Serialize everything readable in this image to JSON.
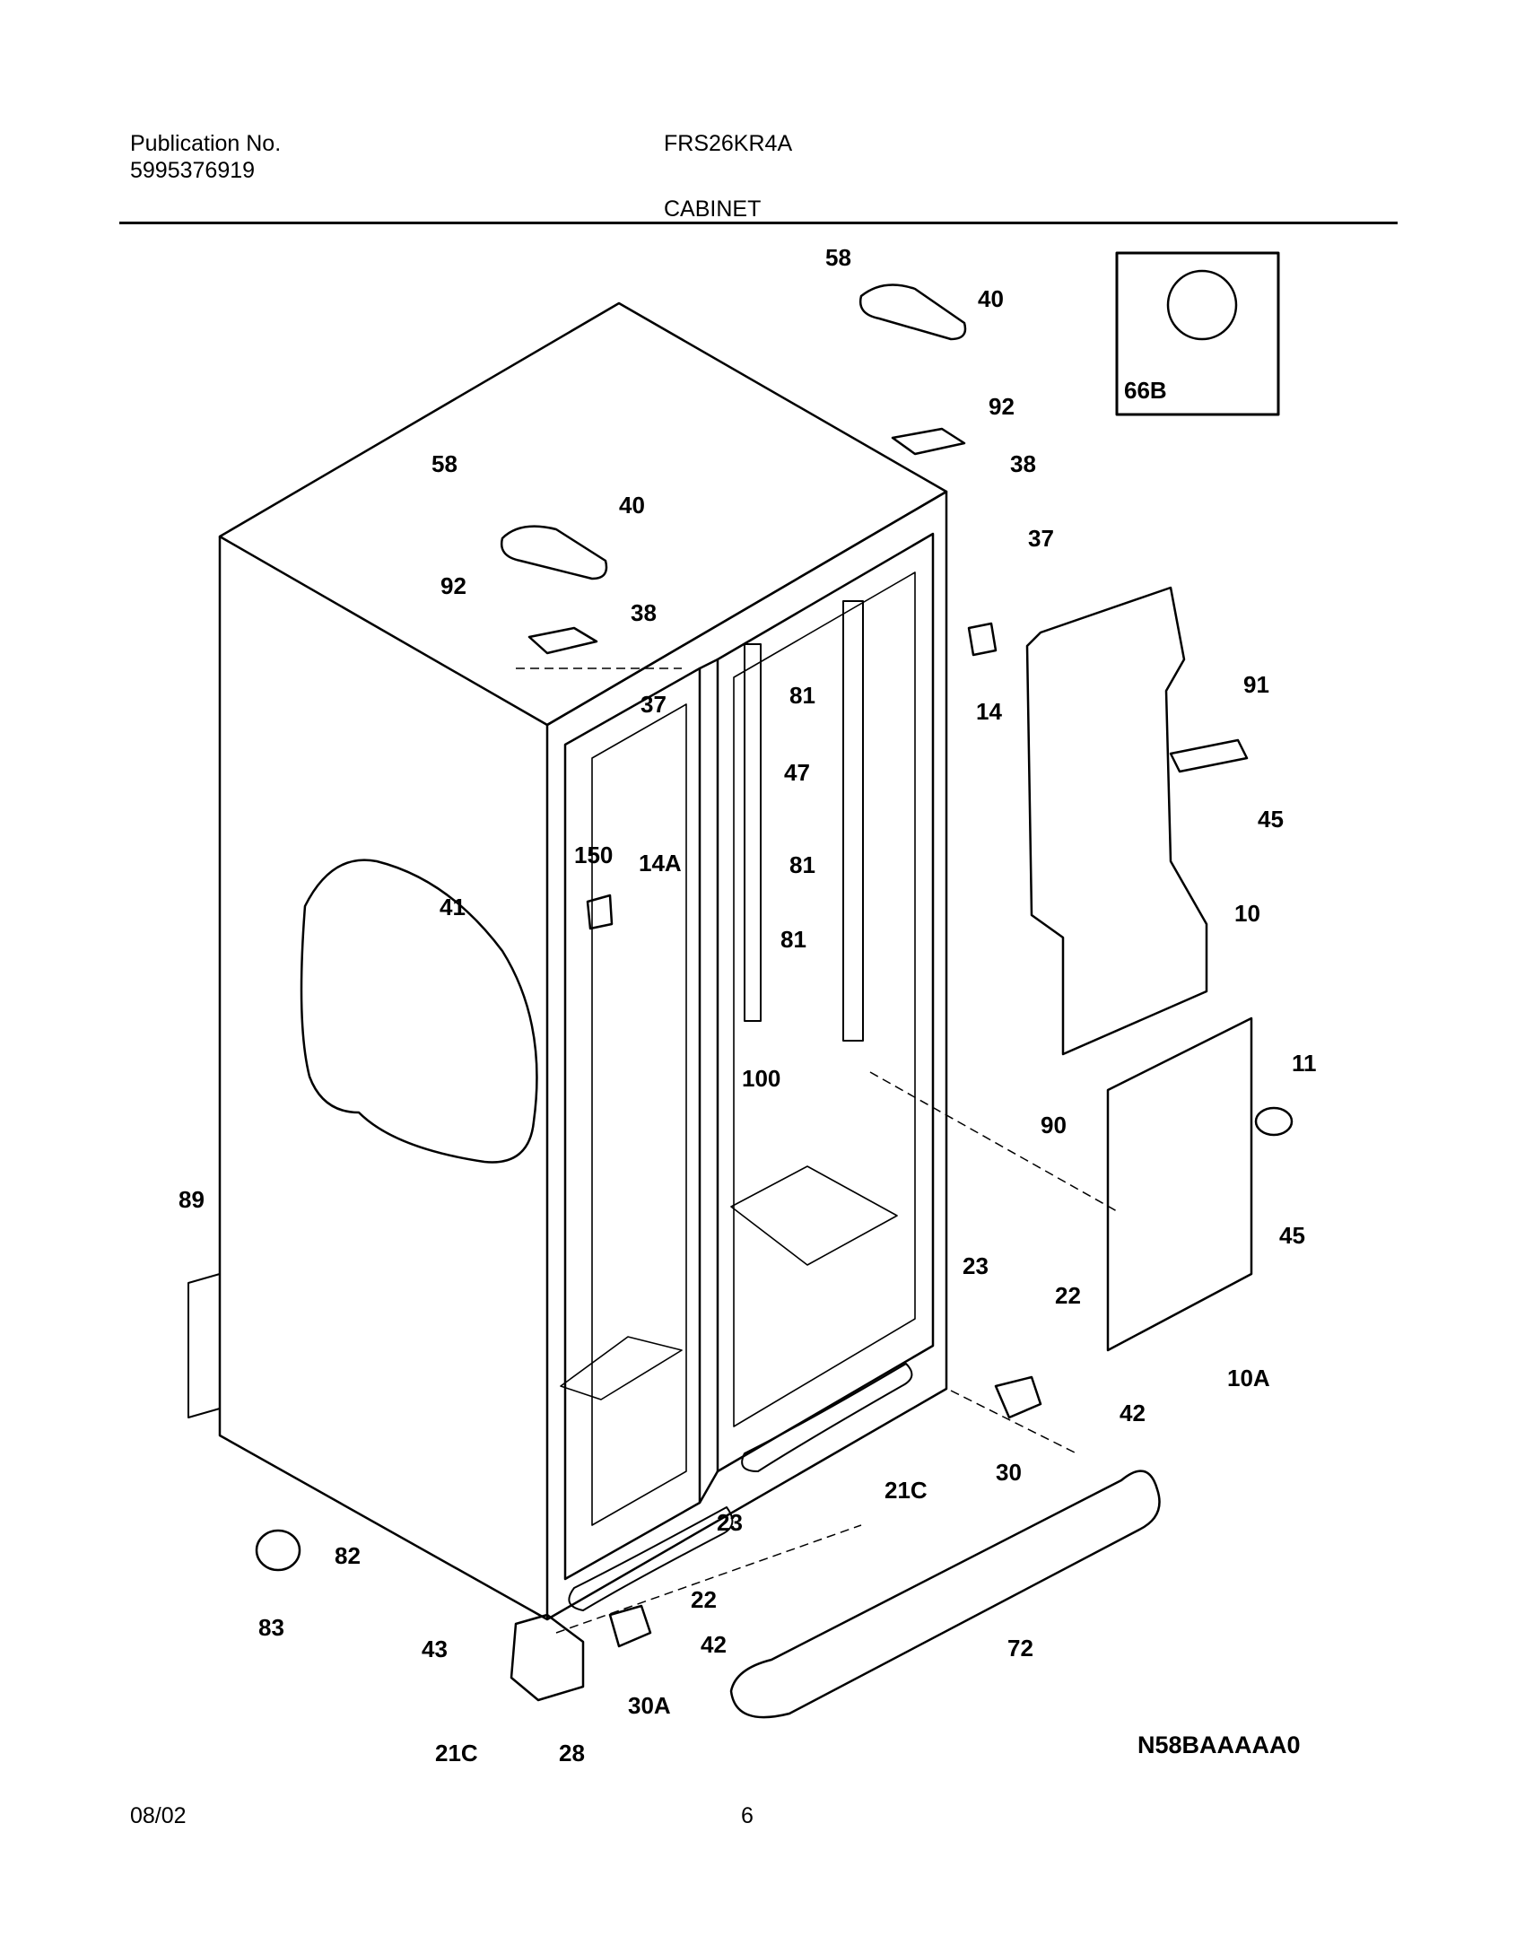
{
  "header": {
    "publication_label": "Publication No.",
    "publication_number": "5995376919",
    "model": "FRS26KR4A",
    "section": "CABINET"
  },
  "callouts": [
    "58",
    "40",
    "92",
    "38",
    "37",
    "14",
    "91",
    "45",
    "10",
    "11",
    "90",
    "45",
    "10A",
    "23",
    "22",
    "42",
    "30",
    "21C",
    "72",
    "58",
    "40",
    "92",
    "38",
    "37",
    "150",
    "14A",
    "81",
    "47",
    "81",
    "81",
    "41",
    "100",
    "89",
    "82",
    "83",
    "23",
    "22",
    "42",
    "43",
    "28",
    "30A",
    "21C"
  ],
  "inset": {
    "label": "66B"
  },
  "footer": {
    "date": "08/02",
    "page": "6",
    "drawing_id": "N58BAAAAA0"
  }
}
